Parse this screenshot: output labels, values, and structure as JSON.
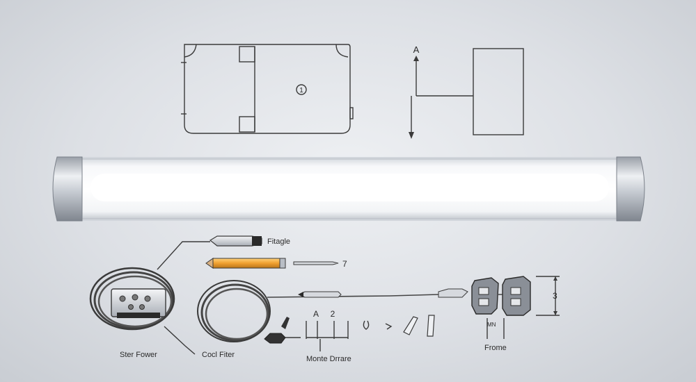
{
  "labels": {
    "top_arrow": "A",
    "marker_circle": "1",
    "fittings": "Fitagle",
    "pencil_number": "7",
    "dimension": "3",
    "stter_power": "Ster Fower",
    "coil_filter": "Cocl Fiter",
    "monte": "Monte Drrare",
    "frame": "Frome",
    "joint_a": "A",
    "joint_2": "2",
    "mark_box": "MN"
  },
  "colors": {
    "line": "#3a3a3a",
    "tube_glow": "#ffffff",
    "pencil": "#f0a030",
    "cable": "#444444"
  }
}
